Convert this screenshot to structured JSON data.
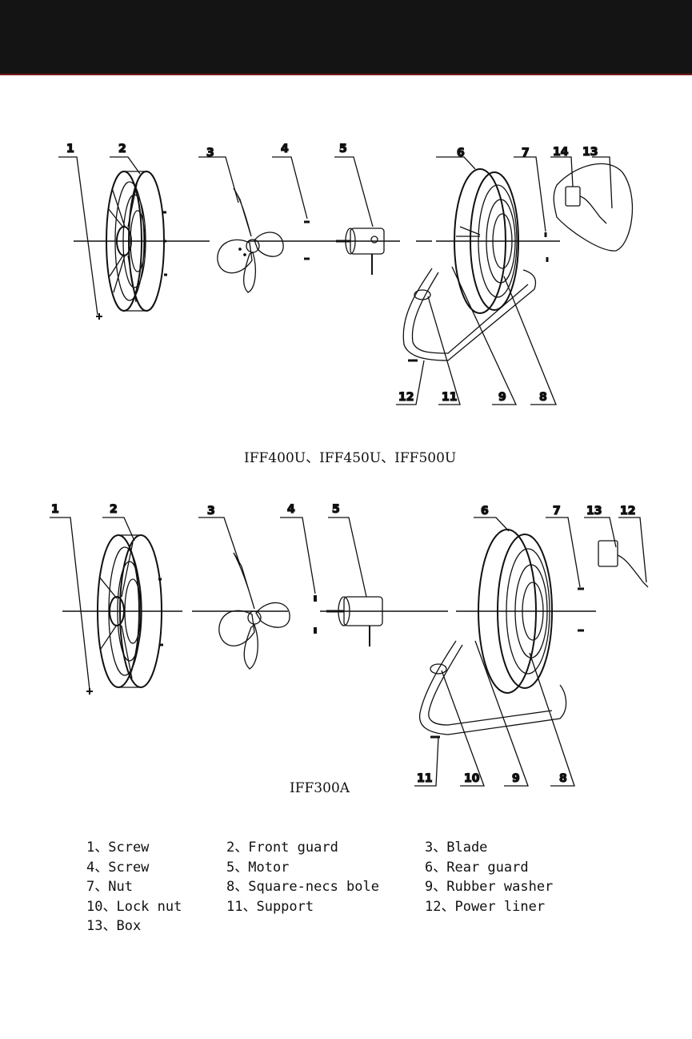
{
  "diagram_a": {
    "caption": "IFF400U、IFF450U、IFF500U",
    "callouts": [
      "1",
      "2",
      "3",
      "4",
      "5",
      "6",
      "7",
      "14",
      "13",
      "12",
      "11",
      "9",
      "8"
    ]
  },
  "diagram_b": {
    "caption": "IFF300A",
    "callouts": [
      "1",
      "2",
      "3",
      "4",
      "5",
      "6",
      "7",
      "13",
      "12",
      "11",
      "10",
      "9",
      "8"
    ]
  },
  "legend": [
    "1、Screw",
    "2、Front guard",
    "3、Blade",
    "4、Screw",
    "5、Motor",
    "6、Rear guard",
    "7、Nut",
    "8、Square-necs bole",
    "9、Rubber washer",
    "10、Lock nut",
    "11、Support",
    "12、Power liner",
    "13、Box"
  ]
}
